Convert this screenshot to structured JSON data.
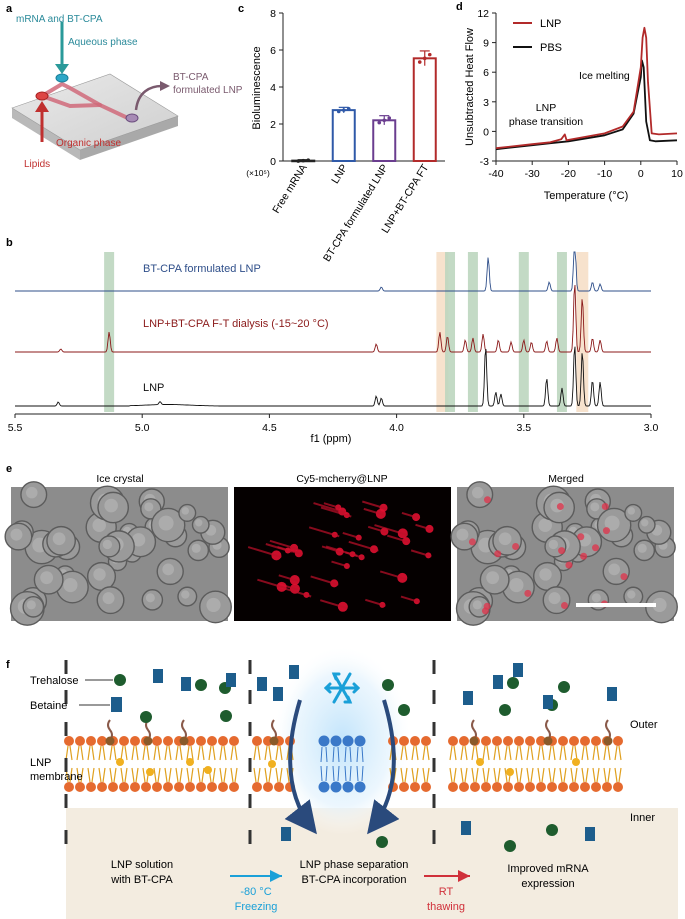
{
  "panel_letters": [
    "a",
    "b",
    "c",
    "d",
    "e",
    "f"
  ],
  "panel_a": {
    "mrna_label": "mRNA and BT-CPA",
    "aqueous_label": "Aqueous phase",
    "product_label_1": "BT-CPA",
    "product_label_2": "formulated LNP",
    "organic_label": "Organic phase",
    "lipids_label": "Lipids"
  },
  "panel_b": {
    "trace_labels": [
      "BT-CPA formulated LNP",
      "LNP+BT-CPA F-T dialysis (-15~20 °C)",
      "LNP"
    ],
    "trace_colors": [
      "#2f4f8a",
      "#8b1a1a",
      "#111111"
    ],
    "x_ticks": [
      "5.5",
      "5.0",
      "4.5",
      "4.0",
      "3.5",
      "3.0"
    ],
    "xlabel": "f1 (ppm)",
    "green_bands_ppm": [
      5.13,
      3.79,
      3.7,
      3.5,
      3.35
    ],
    "orange_bands_ppm": [
      3.82,
      3.27
    ]
  },
  "panel_c": {
    "chart_data": {
      "type": "bar",
      "categories": [
        "Free mRNA",
        "LNP",
        "BT-CPA formulated LNP",
        "LNP+BT-CPA FT"
      ],
      "values": [
        0.02,
        2.75,
        2.2,
        5.55
      ],
      "errors": [
        0.05,
        0.15,
        0.25,
        0.4
      ],
      "colors": [
        "#222222",
        "#2f59a8",
        "#6a3d8f",
        "#b22a2a"
      ],
      "ylabel": "Bioluminescence",
      "y_unit": "(×10⁵)",
      "ylim": [
        0,
        8
      ],
      "y_ticks": [
        "0",
        "2",
        "4",
        "6",
        "8"
      ]
    }
  },
  "panel_d": {
    "chart_data": {
      "type": "line",
      "xlabel": "Temperature (°C)",
      "ylabel": "Unsubtracted Heat Flow",
      "xlim": [
        -40,
        10
      ],
      "ylim": [
        -3,
        12
      ],
      "x_ticks": [
        "-40",
        "-30",
        "-20",
        "-10",
        "0",
        "10"
      ],
      "y_ticks": [
        "-3",
        "0",
        "3",
        "6",
        "9",
        "12"
      ],
      "legend": [
        "LNP",
        "PBS"
      ],
      "legend_colors": [
        "#b22a2a",
        "#111111"
      ],
      "annotations": [
        "LNP",
        "phase transition",
        "Ice melting"
      ],
      "series": [
        {
          "name": "LNP",
          "x": [
            -40,
            -30,
            -25,
            -22,
            -21,
            -20.5,
            -19,
            -10,
            -5,
            -2,
            0,
            0.5,
            1,
            1.5,
            2,
            3,
            5,
            10
          ],
          "y": [
            -1.7,
            -1.3,
            -1.1,
            -0.8,
            -0.3,
            -0.9,
            -0.8,
            -0.2,
            0.5,
            2.0,
            6.5,
            9.5,
            10.5,
            9.5,
            5.0,
            -0.2,
            -0.3,
            -0.2
          ]
        },
        {
          "name": "PBS",
          "x": [
            -40,
            -30,
            -25,
            -20,
            -10,
            -5,
            -2,
            0,
            0.3,
            0.8,
            1.5,
            2.5,
            4,
            10
          ],
          "y": [
            -1.8,
            -1.4,
            -1.2,
            -1.0,
            -0.4,
            0.2,
            1.8,
            5.5,
            7.2,
            6.5,
            1.0,
            -0.9,
            -1.0,
            -0.9
          ]
        }
      ]
    }
  },
  "panel_e": {
    "titles": [
      "Ice crystal",
      "Cy5-mcherry@LNP",
      "Merged"
    ]
  },
  "panel_f": {
    "legend_trehalose": "Trehalose",
    "legend_betaine": "Betaine",
    "outer_label": "Outer",
    "inner_label": "Inner",
    "membrane_label_1": "LNP",
    "membrane_label_2": "membrane",
    "step1_line1": "LNP solution",
    "step1_line2": "with BT-CPA",
    "arrow1_line1": "-80 °C",
    "arrow1_line2": "Freezing",
    "step2_line1": "LNP phase separation",
    "step2_line2": "BT-CPA incorporation",
    "arrow2_line1": "RT",
    "arrow2_line2": "thawing",
    "step3_line1": "Improved mRNA",
    "step3_line2": "expression",
    "colors": {
      "trehalose": "#1e5c2e",
      "betaine": "#1d5d8c",
      "freeze": "#1aa0d8",
      "thaw": "#d0303a"
    }
  }
}
